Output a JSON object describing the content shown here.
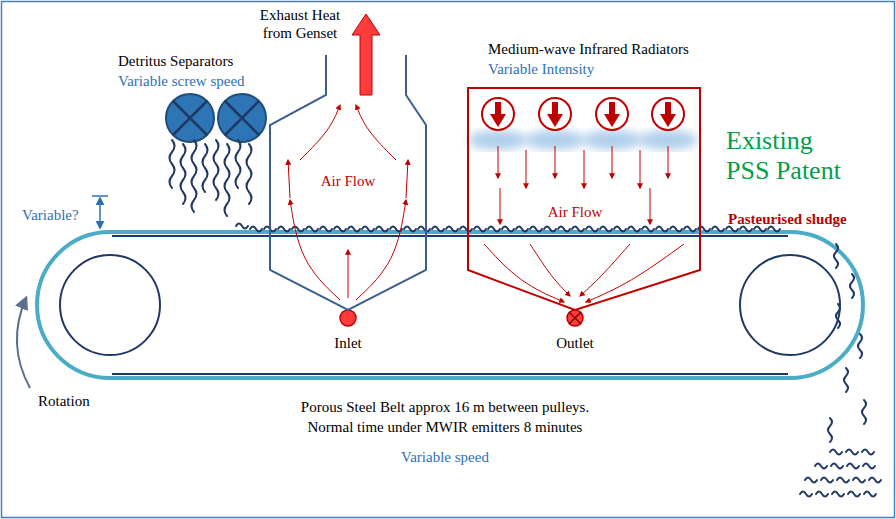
{
  "diagram": {
    "nodes": [
      {
        "text": [
          "Exhaust Heat from Genset",
          "Air Flow"
        ]
      },
      {
        "text": [
          "Medium-wave Infrared Radiators",
          "Variable Intensity",
          "Air Flow"
        ]
      }
    ],
    "labels": [
      "Detritus Separators",
      "Variable screw speed",
      "Existing PSS Patent",
      "Pasteurised sludge",
      "Variable?",
      "Inlet",
      "Outlet",
      "Rotation",
      "Porous Steel Belt approx 16 m between pulleys.",
      "Normal time under MWIR emitters 8 minutes",
      "Variable speed"
    ]
  }
}
